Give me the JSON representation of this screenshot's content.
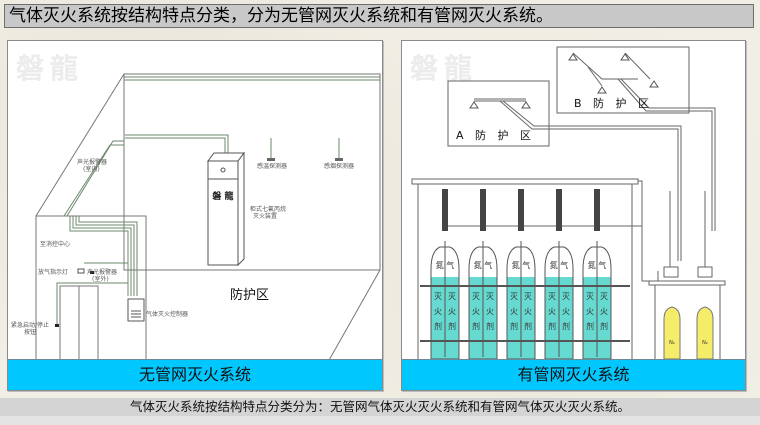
{
  "header": {
    "title": "气体灭火系统按结构特点分类，分为无管网灭火系统和有管网灭火系统。"
  },
  "watermark": "磐龍",
  "left_panel": {
    "caption": "无管网灭火系统",
    "zone_label": "防护区",
    "cabinet_brand": "磐 龍",
    "labels": {
      "alarm_indoor": "声光报警器",
      "alarm_indoor_sub": "(室内)",
      "fire_center": "至消控中心",
      "release_light": "放气指示灯",
      "alarm_outdoor": "声光报警器",
      "alarm_outdoor_sub": "(室外)",
      "emergency_button": "紧急启动/停止",
      "emergency_button_sub": "按钮",
      "controller": "气体灭火控制器",
      "cabinet_device": "柜式七氟丙烷",
      "cabinet_device_sub": "灭火装置",
      "heat_detector": "感温探测器",
      "smoke_detector": "感烟探测器"
    }
  },
  "right_panel": {
    "caption": "有管网灭火系统",
    "zone_a": "A 防 护 区",
    "zone_b": "B 防 护 区",
    "cylinders": [
      {
        "top": "氮 气",
        "body": [
          "灭",
          "火",
          "剂"
        ]
      },
      {
        "top": "氮 气",
        "body": [
          "灭",
          "火",
          "剂"
        ]
      },
      {
        "top": "氮 气",
        "body": [
          "灭",
          "火",
          "剂"
        ]
      },
      {
        "top": "氮 气",
        "body": [
          "灭",
          "火",
          "剂"
        ]
      },
      {
        "top": "氮 气",
        "body": [
          "灭",
          "火",
          "剂"
        ]
      }
    ],
    "pilot_cylinder_label": "N₂",
    "colors": {
      "agent_fill": "#66d9d0",
      "pilot_cylinder": "#f5ec6a"
    }
  },
  "footer": {
    "text": "气体灭火系统按结构特点分类分为：无管网气体灭火灭火系统和有管网气体灭火灭火系统。"
  },
  "colors": {
    "caption_bg": "#00c8ff",
    "title_bg": "#c8c8c8"
  }
}
